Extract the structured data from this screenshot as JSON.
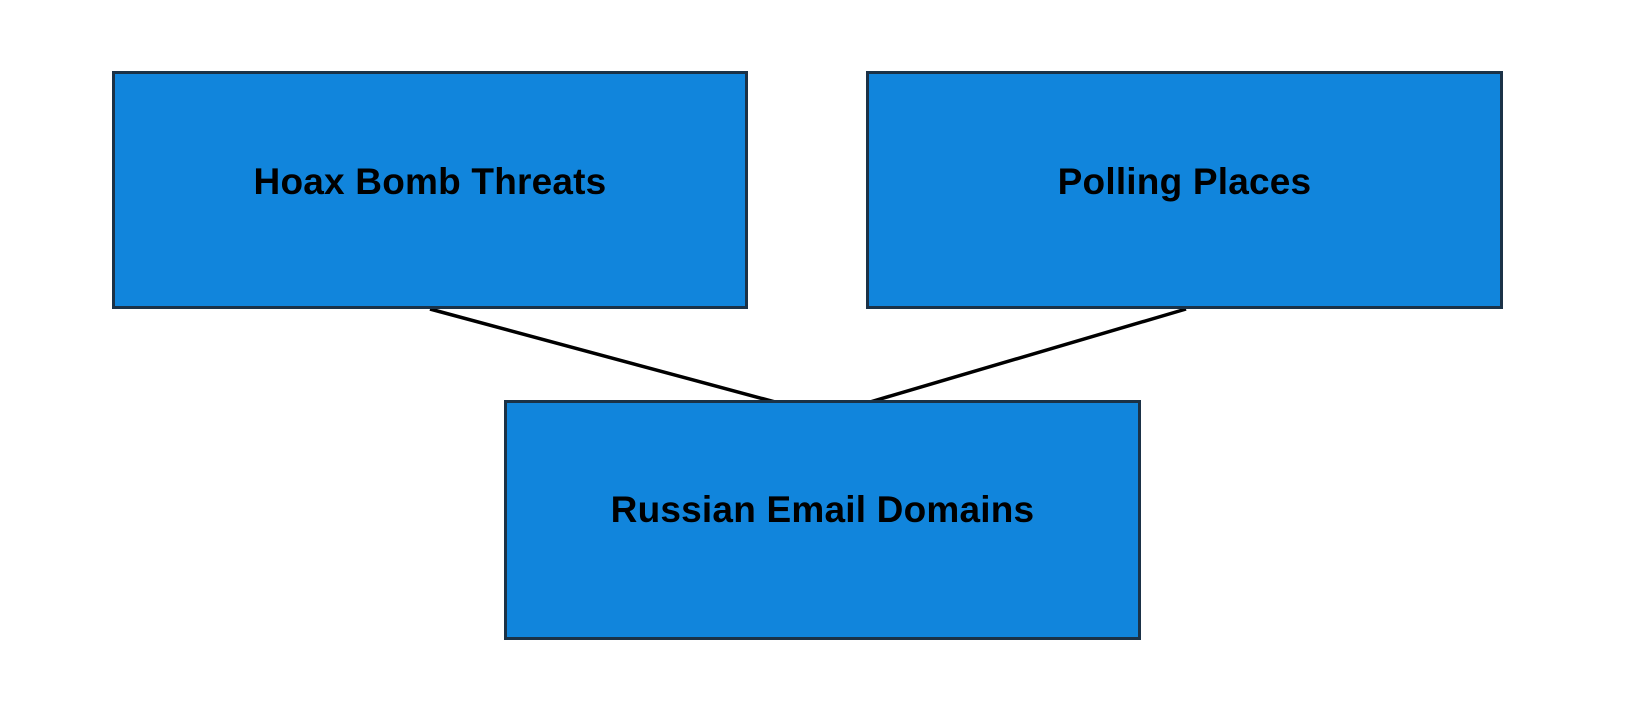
{
  "diagram": {
    "colors": {
      "node_fill": "#1185dc",
      "node_border": "#1b3247",
      "connector": "#000000",
      "text": "#000000"
    },
    "nodes": {
      "hoax": {
        "label": "Hoax Bomb Threats"
      },
      "polling": {
        "label": "Polling Places"
      },
      "russian": {
        "label": "Russian Email Domains"
      }
    },
    "edges": [
      {
        "from": "hoax",
        "to": "russian"
      },
      {
        "from": "polling",
        "to": "russian"
      }
    ]
  }
}
